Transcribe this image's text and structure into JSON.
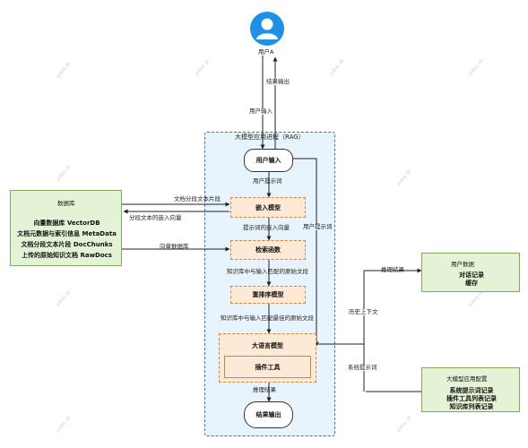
{
  "user": {
    "name": "用户A"
  },
  "arrows": {
    "result_output": "结果输出",
    "user_input": "用户输入",
    "user_prompt": "用户提示词",
    "prompt_embedding": "提示词的嵌入向量",
    "matched_docs": "知识库中与输入匹配的原始文段",
    "best_docs": "知识库中与输入匹配最佳的原始文段",
    "infer_result": "推理结果",
    "doc_chunks_out": "文档分段文本片段",
    "chunk_embeddings": "分段文本的嵌入向量",
    "vector_db": "向量数据库",
    "infer_result_right": "推理结果",
    "history_context": "历史上下文",
    "system_prompt": "系统提示词",
    "user_prompt_right": "用户提示词"
  },
  "rag": {
    "title": "大模型应用进程（RAG）",
    "user_input": "用户输入",
    "embedding_model": "嵌入模型",
    "retrieval_function": "检索函数",
    "rerank_model": "重排序模型",
    "llm": "大语言模型",
    "plugin_tools": "插件工具",
    "result_output": "结果输出"
  },
  "database": {
    "title": "数据库",
    "items": [
      "向量数据库 VectorDB",
      "文档元数据与索引信息 MetaData",
      "文档分段文本片段 DocChunks",
      "上传的原始知识文档 RawDocs"
    ]
  },
  "user_data": {
    "title": "用户数据",
    "items": [
      "对话记录",
      "缓存"
    ]
  },
  "app_config": {
    "title": "大模型应用配置",
    "items": [
      "系统提示词记录",
      "插件工具列表记录",
      "知识库列表记录"
    ]
  },
  "watermark": "yuluo_dc",
  "colors": {
    "user_icon": "#1e90e8",
    "rag_bg": "#e7f4fd",
    "node_orange": "#fde9d6",
    "green": "#e4f3d6"
  }
}
